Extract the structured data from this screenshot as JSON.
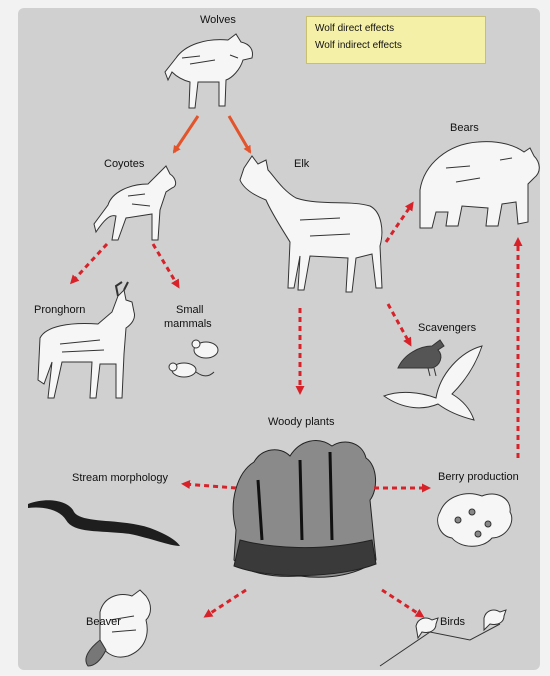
{
  "legend": {
    "direct_label": "Wolf direct effects",
    "indirect_label": "Wolf indirect effects",
    "direct_color": "#e2542b",
    "indirect_color": "#d8222a",
    "background": "#f5f0a8"
  },
  "nodes": {
    "wolves": "Wolves",
    "coyotes": "Coyotes",
    "elk": "Elk",
    "bears": "Bears",
    "pronghorn": "Pronghorn",
    "small_mammals_line1": "Small",
    "small_mammals_line2": "mammals",
    "scavengers": "Scavengers",
    "woody_plants": "Woody plants",
    "stream_morphology": "Stream morphology",
    "berry_production": "Berry production",
    "beaver": "Beaver",
    "birds": "Birds"
  },
  "icons": [
    "wolf-icon",
    "coyote-icon",
    "elk-icon",
    "bear-icon",
    "pronghorn-icon",
    "small-mammals-icon",
    "scavengers-icon",
    "woody-plants-icon",
    "stream-icon",
    "berry-icon",
    "beaver-icon",
    "birds-icon"
  ],
  "colors": {
    "panel": "#d0d0d0",
    "page": "#f2f2f2"
  }
}
